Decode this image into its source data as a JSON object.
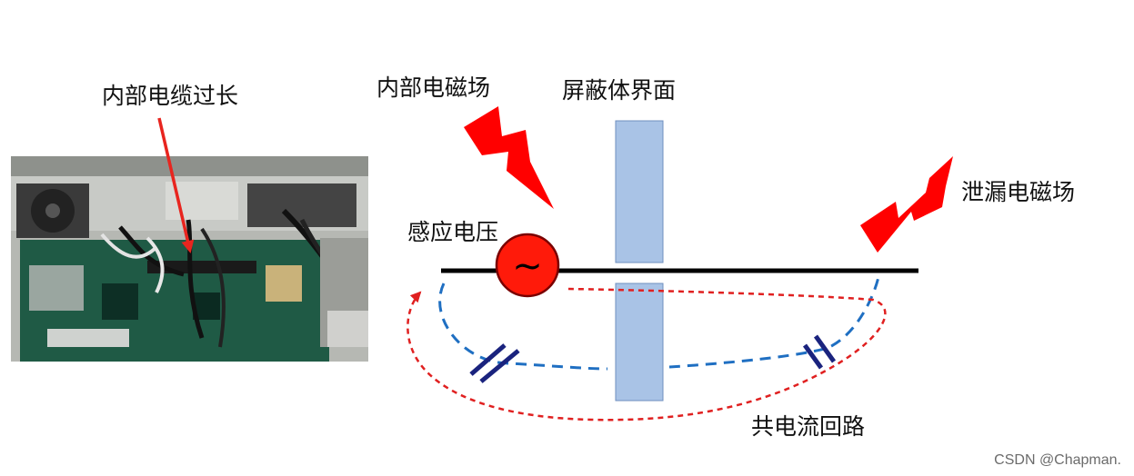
{
  "labels": {
    "cable_too_long": "内部电缆过长",
    "internal_em_field": "内部电磁场",
    "shield_interface": "屏蔽体界面",
    "leakage_em_field": "泄漏电磁场",
    "induced_voltage": "感应电压",
    "common_current_loop": "共电流回路",
    "ac_source_symbol": "~"
  },
  "watermark": "CSDN @Chapman.",
  "colors": {
    "lightning": "#ff0000",
    "arrow": "#e8251f",
    "shield": "#a9c3e6",
    "conductor": "#000000",
    "source_fill": "#ff1a0a",
    "blue_dash": "#1f6fc2",
    "red_dash": "#e02020",
    "capacitor": "#1a237e",
    "pcb": "#1f5a45"
  },
  "icons": {
    "source": "ac-voltage-source-icon",
    "lightning": "lightning-bolt-icon",
    "capacitor": "capacitor-icon"
  }
}
